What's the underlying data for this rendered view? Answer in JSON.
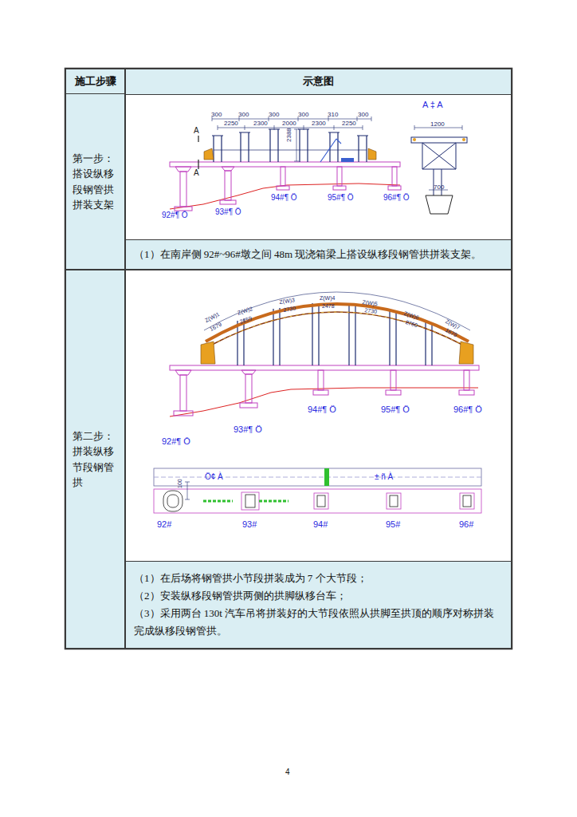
{
  "diagram": {
    "nodes": [
      {
        "text": [
          "施工步骤"
        ]
      },
      {
        "text": [
          "示意图"
        ]
      },
      {
        "text": [
          "第一步：搭设纵移段钢管拱拼装支架"
        ]
      },
      {
        "text": [
          "（1）在南岸侧 92#~96#墩之间 48m 现浇箱梁上搭设纵移段钢管拱拼装支架。"
        ]
      },
      {
        "text": [
          "第二步：拼装纵移节段钢管拱"
        ]
      },
      {
        "text": [
          "（1）在后场将钢管拱小节段拼装成为 7 个大节段；",
          "（2）安装纵移段钢管拱两侧的拱脚纵移台车；",
          "（3）采用两台 130t 汽车吊将拼装好的大节段依照从拱脚至拱顶的顺序对称拼装完成纵移段钢管拱。"
        ]
      }
    ],
    "labels": [
      "300",
      "300",
      "300",
      "300",
      "310",
      "300",
      "2250",
      "2300",
      "2000",
      "2300",
      "2250",
      "2388",
      "A",
      "A",
      "A ‡ A",
      "1200",
      "700",
      "92#¶ Ō",
      "93#¶ Ö",
      "94#¶ Ö",
      "95#¶ Ö",
      "96#¶ Ö",
      "Z(W)1",
      "1679",
      "Z(W)2",
      "2259",
      "Z(W)3",
      "2730",
      "Z(W)4",
      "2478",
      "Z(W)5",
      "2730",
      "Z(W)6",
      "2760",
      "Z(W)7",
      "1679",
      "92#¶ Ō",
      "93#¶ Ö",
      "94#¶ Ö",
      "95#¶ Ö",
      "96#¶ Ö",
      "Ö¢ À",
      "± ñ À",
      "100",
      "92#",
      "93#",
      "94#",
      "95#",
      "96#",
      "4"
    ]
  }
}
